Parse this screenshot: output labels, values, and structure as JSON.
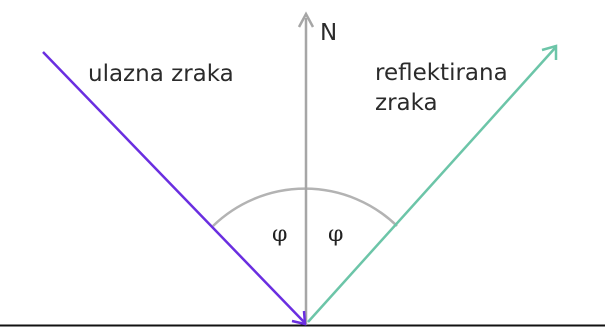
{
  "labels": {
    "normal": "N",
    "incident_ray": "ulazna zraka",
    "reflected_ray_line1": "reflektirana",
    "reflected_ray_line2": "zraka",
    "angle_left": "φ",
    "angle_right": "φ"
  },
  "colors": {
    "incident_ray": "#6a2ee0",
    "reflected_ray": "#6cc5a8",
    "normal": "#a6a6a6",
    "surface": "#111111",
    "angle_arc": "#b3b3b3",
    "text": "#2b2b2b"
  }
}
